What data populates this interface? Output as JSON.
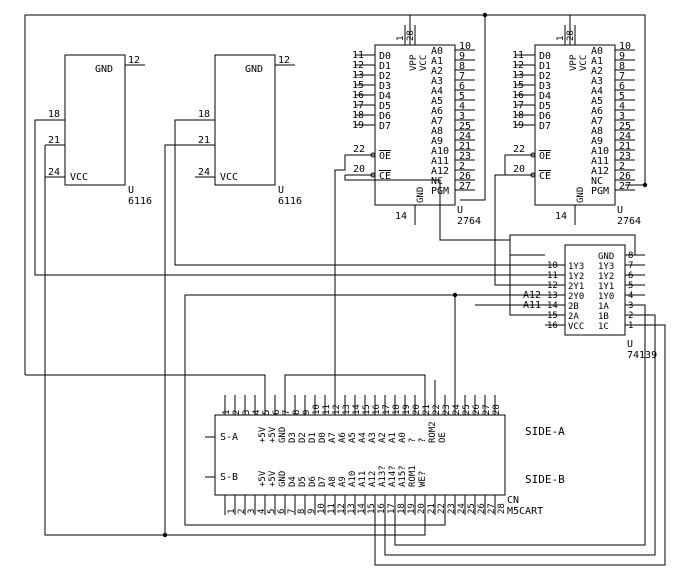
{
  "sram": [
    {
      "id": "ram1",
      "part": "6116",
      "ref": "U",
      "gnd_label": "GND",
      "vcc_label": "VCC",
      "pins": {
        "gnd": "12",
        "a": "18",
        "b": "21",
        "vcc": "24"
      }
    },
    {
      "id": "ram2",
      "part": "6116",
      "ref": "U",
      "gnd_label": "GND",
      "vcc_label": "VCC",
      "pins": {
        "gnd": "12",
        "a": "18",
        "b": "21",
        "vcc": "24"
      }
    }
  ],
  "eprom": [
    {
      "id": "rom1",
      "part": "2764",
      "ref": "U"
    },
    {
      "id": "rom2",
      "part": "2764",
      "ref": "U"
    }
  ],
  "eprom_pins": {
    "top": [
      "1",
      "28"
    ],
    "top_names": [
      "VPP",
      "VCC"
    ],
    "left_nums": [
      "11",
      "12",
      "13",
      "15",
      "16",
      "17",
      "18",
      "19"
    ],
    "left_names": [
      "D0",
      "D1",
      "D2",
      "D3",
      "D4",
      "D5",
      "D6",
      "D7"
    ],
    "right_names": [
      "A0",
      "A1",
      "A2",
      "A3",
      "A4",
      "A5",
      "A6",
      "A7",
      "A8",
      "A9",
      "A10",
      "A11",
      "A12",
      "NC",
      "PGM"
    ],
    "right_nums": [
      "10",
      "9",
      "8",
      "7",
      "6",
      "5",
      "4",
      "3",
      "25",
      "24",
      "21",
      "23",
      "2",
      "26",
      "27"
    ],
    "oe_num": "22",
    "oe_name": "OE",
    "ce_num": "20",
    "ce_name": "CE",
    "gnd_num": "14",
    "gnd_name": "GND"
  },
  "decoder": {
    "part": "74139",
    "ref": "U",
    "left_nums": [
      "10",
      "11",
      "12",
      "13",
      "14",
      "15",
      "16"
    ],
    "left_names": [
      "1Y3",
      "1Y2",
      "2Y1",
      "2Y0",
      "2B",
      "2A",
      "VCC"
    ],
    "right_names": [
      "GND",
      "1Y3",
      "1Y2",
      "1Y1",
      "1Y0",
      "1A",
      "1B",
      "1C"
    ],
    "right_nums": [
      "8",
      "7",
      "6",
      "5",
      "4",
      "3",
      "2",
      "1"
    ],
    "side_labels": [
      "A12",
      "A11"
    ]
  },
  "connector": {
    "part": "M5CART",
    "ref": "CN",
    "side_a": "SIDE-A",
    "side_b": "SIDE-B",
    "s_a": "S-A",
    "s_b": "S-B",
    "top_nums": [
      "1",
      "2",
      "3",
      "4",
      "5",
      "6",
      "7",
      "8",
      "9",
      "10",
      "11",
      "12",
      "13",
      "14",
      "15",
      "16",
      "17",
      "18",
      "19",
      "20",
      "21",
      "22",
      "23",
      "24",
      "25",
      "26",
      "27",
      "28"
    ],
    "bottom_nums": [
      "1",
      "2",
      "3",
      "4",
      "5",
      "6",
      "7",
      "8",
      "9",
      "10",
      "11",
      "12",
      "13",
      "14",
      "15",
      "16",
      "17",
      "18",
      "19",
      "20",
      "21",
      "22",
      "23",
      "24",
      "25",
      "26",
      "27",
      "28"
    ],
    "top_names": [
      "+5V",
      "+5V",
      "GND",
      "D3",
      "D2",
      "D1",
      "D0",
      "A7",
      "A6",
      "A5",
      "A4",
      "A3",
      "A2",
      "A1",
      "A0",
      "?",
      "?",
      "ROM2",
      "OE"
    ],
    "bottom_names": [
      "+5V",
      "+5V",
      "GND",
      "D4",
      "D5",
      "D6",
      "D7",
      "A8",
      "A9",
      "A10",
      "A11",
      "A12",
      "A13?",
      "A14?",
      "A15?",
      "ROM1",
      "WE?"
    ]
  }
}
